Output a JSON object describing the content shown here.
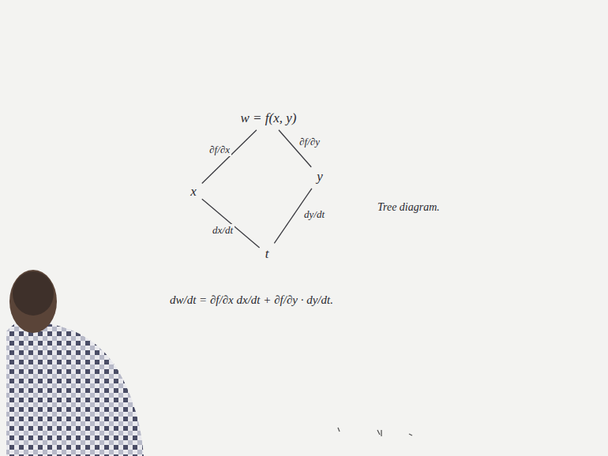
{
  "diagram": {
    "nodes": [
      {
        "text": [
          "w = f(x, y)"
        ]
      },
      {
        "text": [
          "x"
        ]
      },
      {
        "text": [
          "y"
        ]
      },
      {
        "text": [
          "t"
        ]
      }
    ],
    "edges": [
      {
        "from": 0,
        "to": 1,
        "label": "∂f/∂x",
        "arrow": "none"
      },
      {
        "from": 0,
        "to": 2,
        "label": "∂f/∂y",
        "arrow": "none"
      },
      {
        "from": 1,
        "to": 3,
        "label": "dx/dt",
        "arrow": "none"
      },
      {
        "from": 2,
        "to": 3,
        "label": "dy/dt",
        "arrow": "none"
      }
    ],
    "labels": [
      "Tree diagram.",
      "dw/dt = ∂f/∂x dx/dt + ∂f/∂y · dy/dt."
    ]
  }
}
